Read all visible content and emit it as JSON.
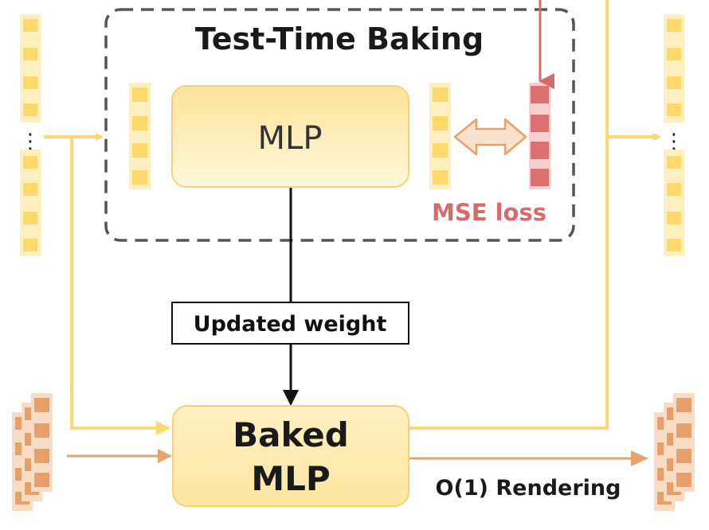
{
  "diagram": {
    "title": "Test-Time Baking",
    "mlp_label": "MLP",
    "updated_weight_label": "Updated weight",
    "baked_mlp_label_line1": "Baked",
    "baked_mlp_label_line2": "MLP",
    "loss_label": "MSE loss",
    "rendering_label": "O(1) Rendering",
    "ellipsis": "⋮"
  },
  "colors": {
    "token_yellow": "#fdd86b",
    "token_yellow_pad": "#fdefc0",
    "token_red": "#dc6f6f",
    "token_red_pad": "#f5d0cf",
    "token_orange": "#e8a06a",
    "token_orange_pad": "#f8dcc4",
    "mlp_fill_top": "#fde8a6",
    "mlp_fill_bottom": "#fff6d6",
    "mlp_stroke": "#f5d27a",
    "yellow_arrow": "#fcd975",
    "orange_arrow": "#e4a46e",
    "red_arrow": "#d86b6b",
    "dashed_border": "#555555"
  }
}
